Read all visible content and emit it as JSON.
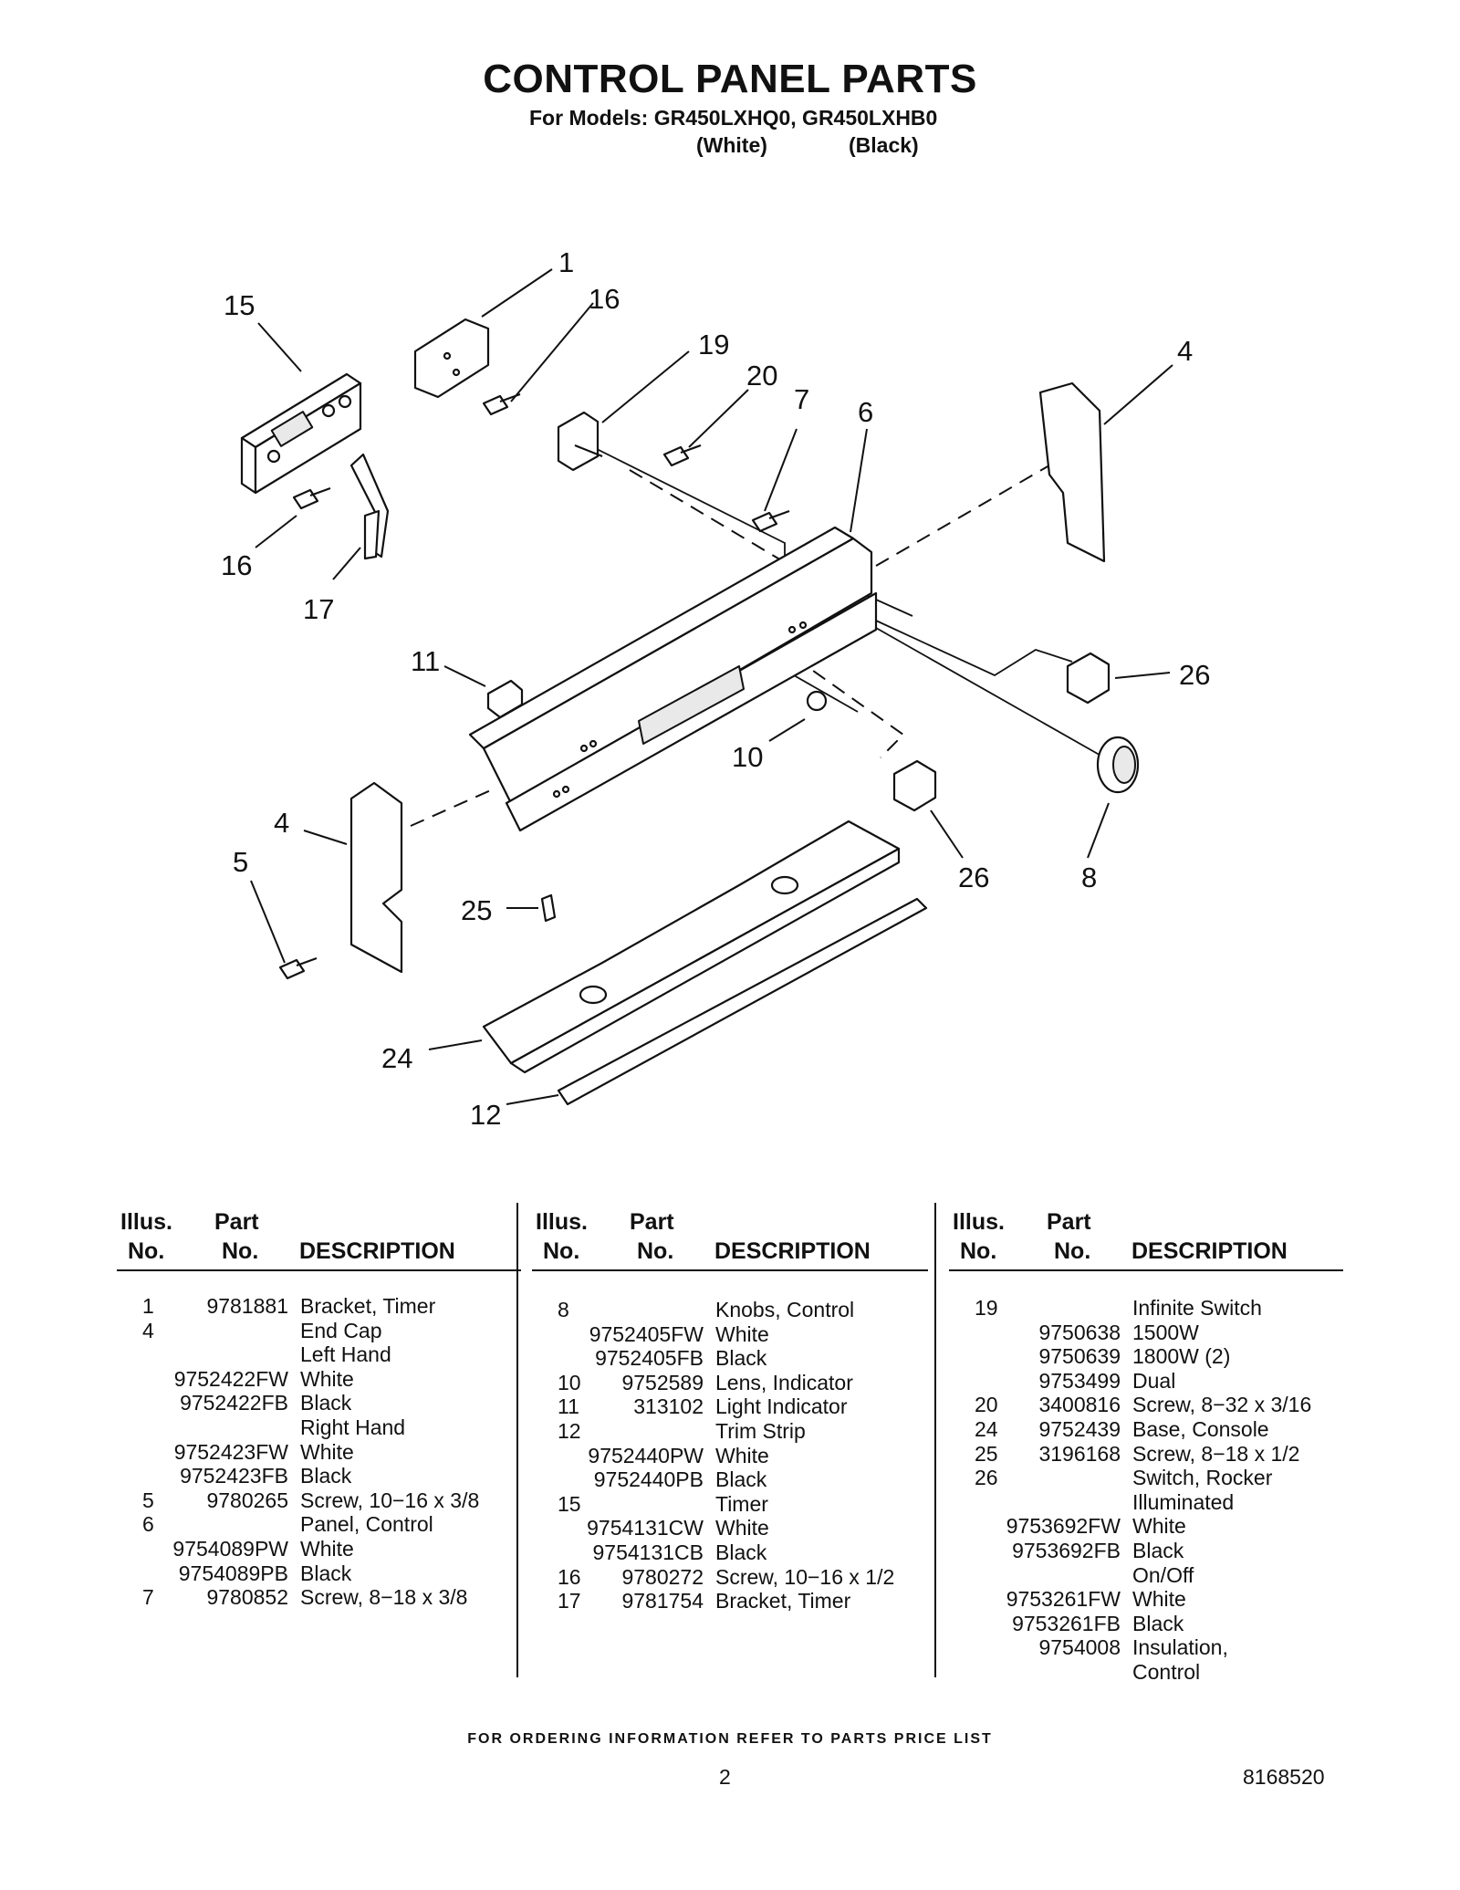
{
  "header": {
    "title": "CONTROL PANEL PARTS",
    "models": "For Models: GR450LXHQ0, GR450LXHB0",
    "color_white": "(White)",
    "color_black": "(Black)"
  },
  "callouts": [
    "1",
    "16",
    "15",
    "19",
    "20",
    "7",
    "6",
    "4",
    "16",
    "17",
    "11",
    "26",
    "10",
    "4",
    "5",
    "25",
    "26",
    "8",
    "24",
    "12"
  ],
  "table_headers": {
    "illus_1": "Illus.",
    "illus_2": "No.",
    "part_1": "Part",
    "part_2": "No.",
    "description": "DESCRIPTION"
  },
  "parts_columns": [
    [
      {
        "illus": "1",
        "part": "9781881",
        "desc": "Bracket, Timer"
      },
      {
        "illus": "4",
        "part": "",
        "desc": "End Cap"
      },
      {
        "illus": "",
        "part": "",
        "desc": "Left Hand"
      },
      {
        "illus": "",
        "part": "9752422FW",
        "desc": "White"
      },
      {
        "illus": "",
        "part": "9752422FB",
        "desc": "Black"
      },
      {
        "illus": "",
        "part": "",
        "desc": "Right Hand"
      },
      {
        "illus": "",
        "part": "9752423FW",
        "desc": "White"
      },
      {
        "illus": "",
        "part": "9752423FB",
        "desc": "Black"
      },
      {
        "illus": "5",
        "part": "9780265",
        "desc": "Screw, 10−16 x 3/8"
      },
      {
        "illus": "6",
        "part": "",
        "desc": "Panel, Control"
      },
      {
        "illus": "",
        "part": "9754089PW",
        "desc": "White"
      },
      {
        "illus": "",
        "part": "9754089PB",
        "desc": "Black"
      },
      {
        "illus": "7",
        "part": "9780852",
        "desc": "Screw, 8−18 x 3/8"
      }
    ],
    [
      {
        "illus": "8",
        "part": "",
        "desc": "Knobs, Control"
      },
      {
        "illus": "",
        "part": "9752405FW",
        "desc": "White"
      },
      {
        "illus": "",
        "part": "9752405FB",
        "desc": "Black"
      },
      {
        "illus": "10",
        "part": "9752589",
        "desc": "Lens, Indicator"
      },
      {
        "illus": "11",
        "part": "313102",
        "desc": "Light Indicator"
      },
      {
        "illus": "12",
        "part": "",
        "desc": "Trim Strip"
      },
      {
        "illus": "",
        "part": "9752440PW",
        "desc": "White"
      },
      {
        "illus": "",
        "part": "9752440PB",
        "desc": "Black"
      },
      {
        "illus": "15",
        "part": "",
        "desc": "Timer"
      },
      {
        "illus": "",
        "part": "9754131CW",
        "desc": "White"
      },
      {
        "illus": "",
        "part": "9754131CB",
        "desc": "Black"
      },
      {
        "illus": "16",
        "part": "9780272",
        "desc": "Screw, 10−16 x 1/2"
      },
      {
        "illus": "17",
        "part": "9781754",
        "desc": "Bracket, Timer"
      }
    ],
    [
      {
        "illus": "19",
        "part": "",
        "desc": "Infinite Switch"
      },
      {
        "illus": "",
        "part": "9750638",
        "desc": "1500W"
      },
      {
        "illus": "",
        "part": "9750639",
        "desc": "1800W (2)"
      },
      {
        "illus": "",
        "part": "9753499",
        "desc": "Dual"
      },
      {
        "illus": "20",
        "part": "3400816",
        "desc": "Screw, 8−32 x 3/16"
      },
      {
        "illus": "24",
        "part": "9752439",
        "desc": "Base, Console"
      },
      {
        "illus": "25",
        "part": "3196168",
        "desc": "Screw, 8−18 x 1/2"
      },
      {
        "illus": "26",
        "part": "",
        "desc": "Switch, Rocker"
      },
      {
        "illus": "",
        "part": "",
        "desc": "Illuminated"
      },
      {
        "illus": "",
        "part": "9753692FW",
        "desc": "White"
      },
      {
        "illus": "",
        "part": "9753692FB",
        "desc": "Black"
      },
      {
        "illus": "",
        "part": "",
        "desc": "On/Off"
      },
      {
        "illus": "",
        "part": "9753261FW",
        "desc": "White"
      },
      {
        "illus": "",
        "part": "9753261FB",
        "desc": "Black"
      },
      {
        "illus": "",
        "part": "9754008",
        "desc": "Insulation,"
      },
      {
        "illus": "",
        "part": "",
        "desc": "Control"
      }
    ]
  ],
  "footer": {
    "note": "FOR ORDERING INFORMATION REFER TO PARTS PRICE LIST",
    "page_number": "2",
    "doc_number": "8168520"
  }
}
